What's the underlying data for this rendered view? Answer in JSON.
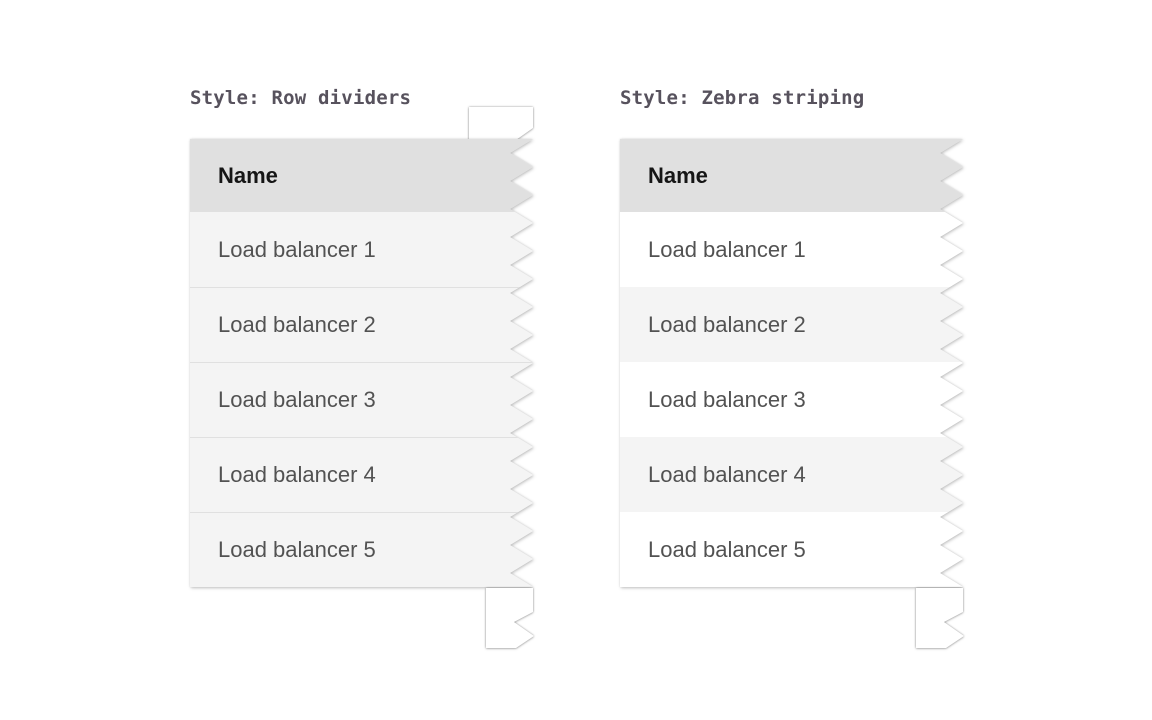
{
  "panels": [
    {
      "caption": "Style: Row dividers",
      "style": "row-dividers",
      "table": {
        "header": "Name",
        "rows": [
          "Load balancer 1",
          "Load balancer 2",
          "Load balancer 3",
          "Load balancer 4",
          "Load balancer 5"
        ]
      }
    },
    {
      "caption": "Style: Zebra striping",
      "style": "zebra-striping",
      "table": {
        "header": "Name",
        "rows": [
          "Load balancer 1",
          "Load balancer 2",
          "Load balancer 3",
          "Load balancer 4",
          "Load balancer 5"
        ]
      }
    }
  ],
  "colors": {
    "page_background": "#ffffff",
    "header_background": "#e0e0e0",
    "row_background": "#f4f4f4",
    "zebra_alt_background": "#ffffff",
    "row_divider": "#e0e0e0",
    "header_text": "#161616",
    "row_text": "#525252",
    "caption_text": "#57525d",
    "torn_fragment": "#ffffff"
  }
}
